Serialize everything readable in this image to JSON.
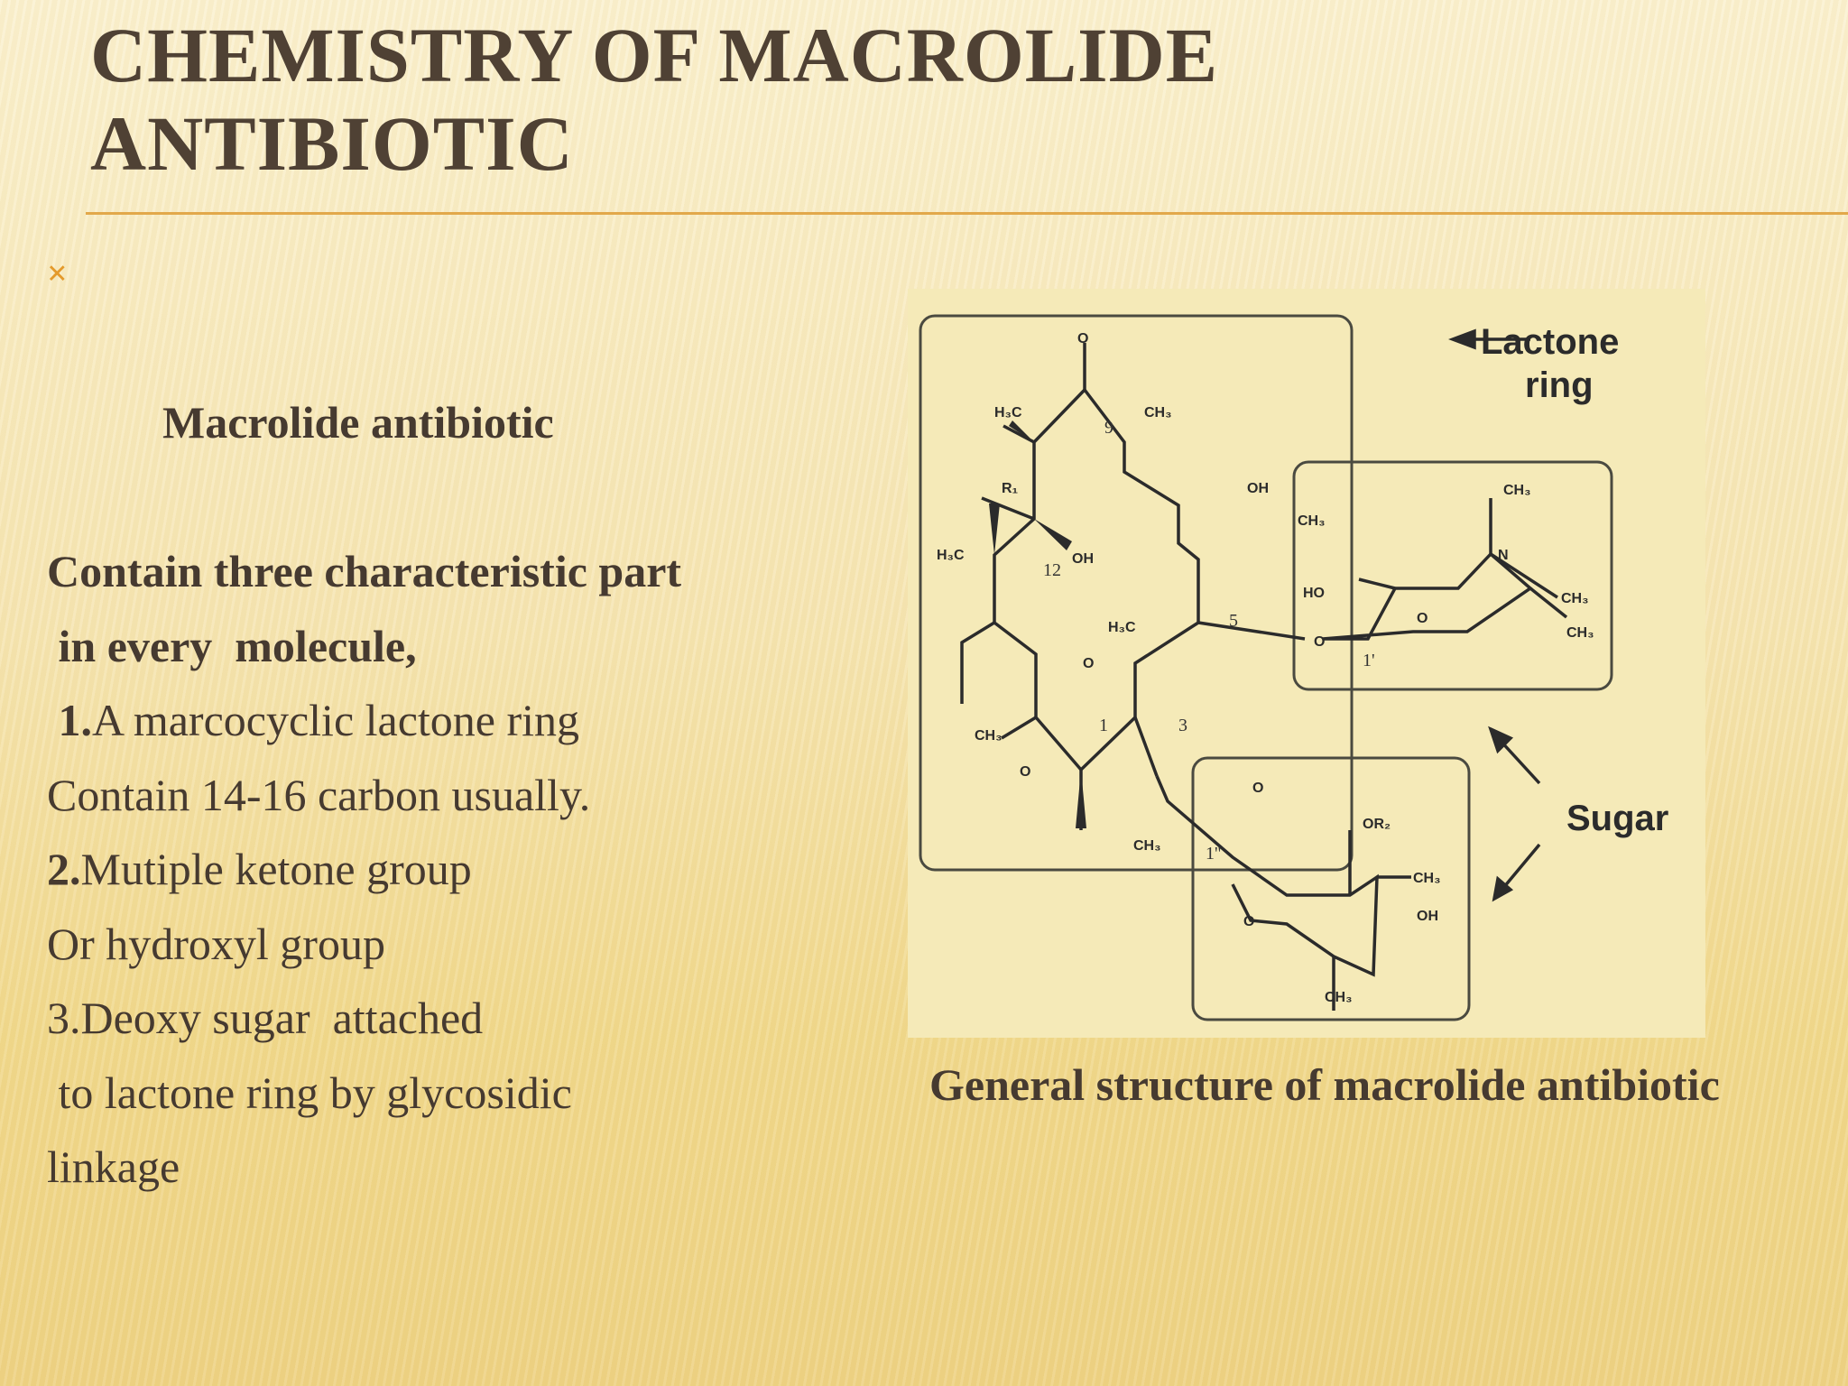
{
  "slide": {
    "title_line1": "CHEMISTRY OF MACROLIDE",
    "title_line2": "ANTIBIOTIC"
  },
  "content": {
    "bullet_icon": "×",
    "bullet": "Macrolide antibiotic",
    "line1": "Contain three characteristic part",
    "line2": " in every  molecule,",
    "point1_num": " 1.",
    "point1_text": "A marcocyclic lactone ring",
    "line4": "Contain 14-16 carbon usually.",
    "point2_num": "2.",
    "point2_text": "Mutiple ketone group",
    "line6": "Or hydroxyl group",
    "line7": "3.Deoxy sugar  attached",
    "line8": " to lactone ring by glycosidic",
    "line9": "linkage"
  },
  "figure": {
    "label_lactone_1": "Lactone",
    "label_lactone_2": "ring",
    "label_sugar": "Sugar",
    "atoms": {
      "o_top": "O",
      "h3c_top": "H₃C",
      "ch3_top": "CH₃",
      "n9": "9",
      "r1": "R₁",
      "oh_a": "OH",
      "oh_b": "OH",
      "ch3_b": "CH₃",
      "h3c_12": "H₃C",
      "n12": "12",
      "h3c_mid": "H₃C",
      "n5": "5",
      "o_ring": "O",
      "ch3_low": "CH₃",
      "n1": "1",
      "n3": "3",
      "o_keto": "O",
      "ch3_bot": "CH₃",
      "ch3_s1": "CH₃",
      "n_s1": "N",
      "ch3_s1b": "CH₃",
      "ch3_s1c": "CH₃",
      "ho_s1": "HO",
      "o_s1": "O",
      "o_link1": "O",
      "n1p": "1'",
      "o_link2": "O",
      "or2": "OR₂",
      "n1pp": "1''",
      "ch3_s2": "CH₃",
      "oh_s2": "OH",
      "o_s2": "O",
      "ch3_s2b": "CH₃"
    }
  },
  "caption": "General structure of macrolide antibiotic"
}
